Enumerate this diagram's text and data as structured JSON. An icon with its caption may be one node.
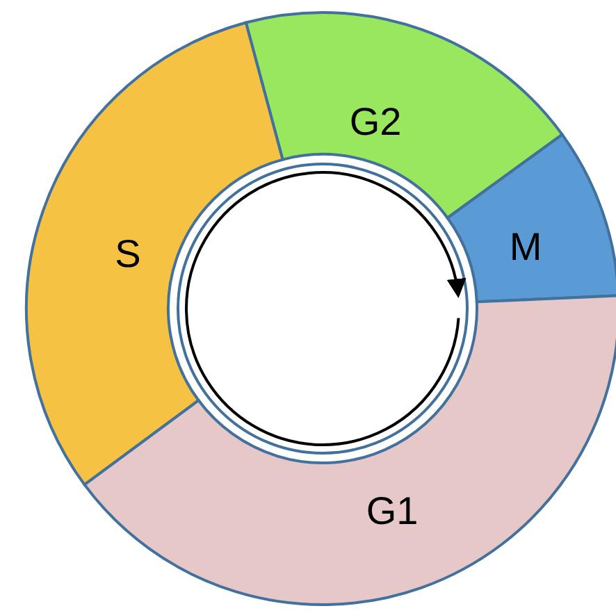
{
  "diagram": {
    "nodes": [
      {
        "text": [
          "G2"
        ]
      },
      {
        "text": [
          "S"
        ]
      },
      {
        "text": [
          "M"
        ]
      },
      {
        "text": [
          "G1"
        ]
      }
    ]
  }
}
